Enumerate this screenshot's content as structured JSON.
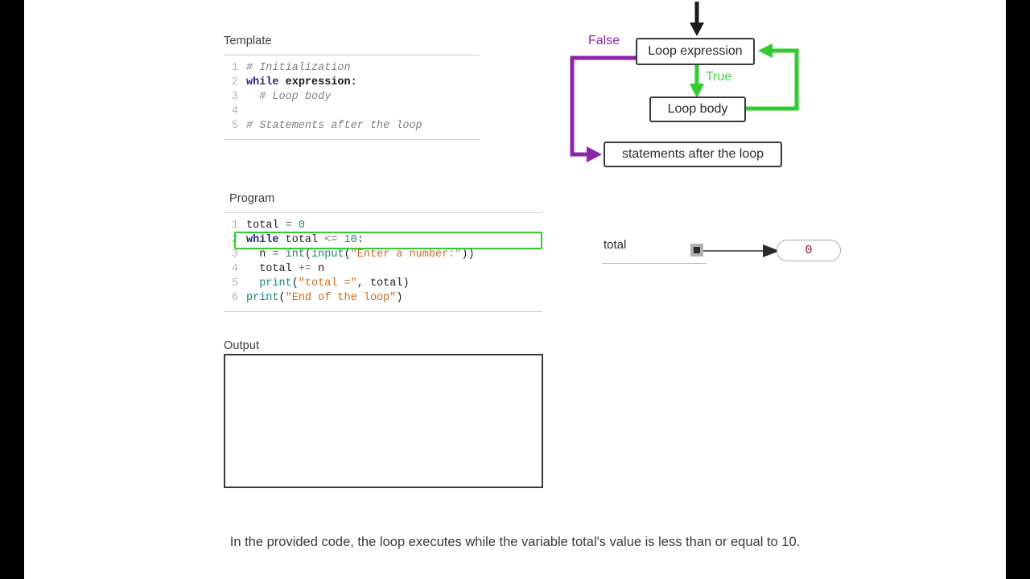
{
  "template": {
    "label": "Template",
    "lines": [
      {
        "n": "1",
        "tokens": [
          {
            "t": "# Initialization",
            "c": "comment"
          }
        ]
      },
      {
        "n": "2",
        "tokens": [
          {
            "t": "while",
            "c": "kw"
          },
          {
            "t": " ",
            "c": "plain"
          },
          {
            "t": "expression",
            "c": "bold"
          },
          {
            "t": ":",
            "c": "bold"
          }
        ]
      },
      {
        "n": "3",
        "tokens": [
          {
            "t": "  # Loop body",
            "c": "comment"
          }
        ]
      },
      {
        "n": "4",
        "tokens": [
          {
            "t": "",
            "c": "plain"
          }
        ]
      },
      {
        "n": "5",
        "tokens": [
          {
            "t": "# Statements after the loop",
            "c": "comment"
          }
        ]
      }
    ]
  },
  "program": {
    "label": "Program",
    "highlight_line": 2,
    "lines": [
      {
        "n": "1",
        "tokens": [
          {
            "t": "total",
            "c": "plain"
          },
          {
            "t": " ",
            "c": "plain"
          },
          {
            "t": "=",
            "c": "op"
          },
          {
            "t": " ",
            "c": "plain"
          },
          {
            "t": "0",
            "c": "num"
          }
        ]
      },
      {
        "n": "2",
        "tokens": [
          {
            "t": "while",
            "c": "kw"
          },
          {
            "t": " ",
            "c": "plain"
          },
          {
            "t": "total",
            "c": "plain"
          },
          {
            "t": " ",
            "c": "plain"
          },
          {
            "t": "<=",
            "c": "op"
          },
          {
            "t": " ",
            "c": "plain"
          },
          {
            "t": "10",
            "c": "num"
          },
          {
            "t": ":",
            "c": "plain"
          }
        ]
      },
      {
        "n": "3",
        "tokens": [
          {
            "t": "  n ",
            "c": "plain"
          },
          {
            "t": "=",
            "c": "op"
          },
          {
            "t": " ",
            "c": "plain"
          },
          {
            "t": "int",
            "c": "builtin"
          },
          {
            "t": "(",
            "c": "plain"
          },
          {
            "t": "input",
            "c": "builtin"
          },
          {
            "t": "(",
            "c": "plain"
          },
          {
            "t": "\"Enter a number:\"",
            "c": "str"
          },
          {
            "t": "))",
            "c": "plain"
          }
        ]
      },
      {
        "n": "4",
        "tokens": [
          {
            "t": "  total ",
            "c": "plain"
          },
          {
            "t": "+=",
            "c": "op"
          },
          {
            "t": " n",
            "c": "plain"
          }
        ]
      },
      {
        "n": "5",
        "tokens": [
          {
            "t": "  ",
            "c": "plain"
          },
          {
            "t": "print",
            "c": "builtin"
          },
          {
            "t": "(",
            "c": "plain"
          },
          {
            "t": "\"total =\"",
            "c": "str"
          },
          {
            "t": ", total)",
            "c": "plain"
          }
        ]
      },
      {
        "n": "6",
        "tokens": [
          {
            "t": "",
            "c": "plain"
          },
          {
            "t": "print",
            "c": "builtin"
          },
          {
            "t": "(",
            "c": "plain"
          },
          {
            "t": "\"End of the loop\"",
            "c": "str"
          },
          {
            "t": ")",
            "c": "plain"
          }
        ]
      }
    ]
  },
  "output": {
    "label": "Output",
    "content": ""
  },
  "flowchart": {
    "boxes": {
      "loop_expression": "Loop expression",
      "loop_body": "Loop body",
      "statements_after": "statements after the loop"
    },
    "labels": {
      "false": "False",
      "true": "True"
    },
    "colors": {
      "false_path": "#8e24aa",
      "true_path": "#2ecc2e",
      "entry_arrow": "#1a1a1a",
      "box_border": "#3a3a3a"
    }
  },
  "variables": {
    "items": [
      {
        "name": "total",
        "value": "0"
      }
    ],
    "value_color": "#8e1038"
  },
  "caption": {
    "text": "In the provided code, the loop executes while the variable total's value is less than or equal to 10."
  }
}
